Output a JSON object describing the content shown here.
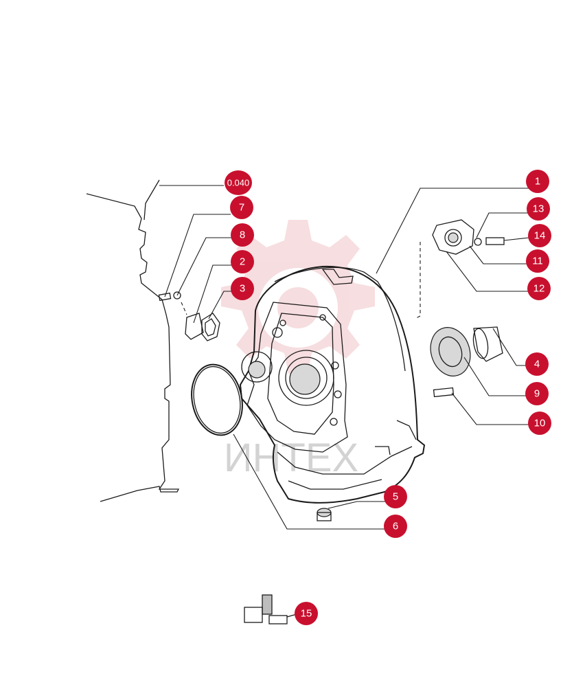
{
  "watermark": {
    "text": "ИНТЕХ",
    "color": "#e8a0a6"
  },
  "colors": {
    "callout": "#c8102e",
    "line": "#1a1a1a"
  },
  "group_reference": "0.040",
  "callouts": [
    {
      "id": "1"
    },
    {
      "id": "2"
    },
    {
      "id": "3"
    },
    {
      "id": "4"
    },
    {
      "id": "5"
    },
    {
      "id": "6"
    },
    {
      "id": "7"
    },
    {
      "id": "8"
    },
    {
      "id": "9"
    },
    {
      "id": "10"
    },
    {
      "id": "11"
    },
    {
      "id": "12"
    },
    {
      "id": "13"
    },
    {
      "id": "14"
    },
    {
      "id": "15"
    }
  ]
}
